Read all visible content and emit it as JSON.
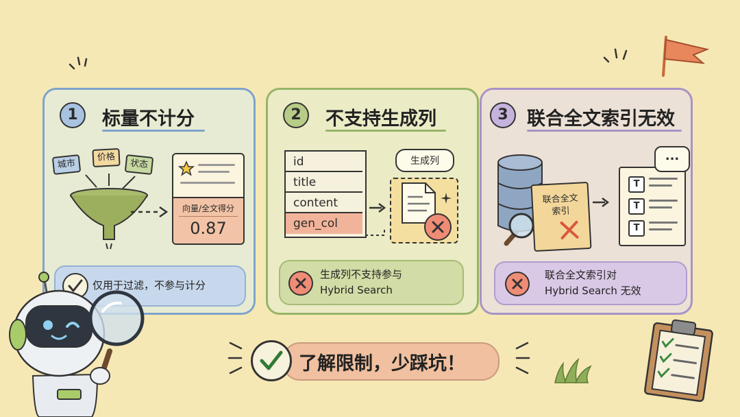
{
  "panels": [
    {
      "number": "1",
      "title": "标量不计分",
      "tags": [
        "城市",
        "价格",
        "状态"
      ],
      "card_label": "向量/全文得分",
      "card_value": "0.87",
      "note": "仅用于过滤，不参与计分"
    },
    {
      "number": "2",
      "title": "不支持生成列",
      "columns": [
        "id",
        "title",
        "content",
        "gen_col"
      ],
      "bubble": "生成列",
      "note_line1": "生成列不支持参与",
      "note_line2": "Hybrid Search"
    },
    {
      "number": "3",
      "title": "联合全文索引无效",
      "card_line1": "联合全文",
      "card_line2": "索引",
      "bubble": "...",
      "doc_items": [
        "T",
        "T",
        "T"
      ],
      "note_line1": "联合全文索引对",
      "note_line2": "Hybrid Search 无效"
    }
  ],
  "footer": {
    "text": "了解限制，少踩坑！"
  },
  "colors": {
    "background": "#f6e8b4",
    "panel1": "#7fa3cc",
    "panel2": "#97b468",
    "panel3": "#a893c6",
    "error": "#ef8c76",
    "pill": "#f0c0a0"
  },
  "icons": [
    "flag-icon",
    "robot-icon",
    "magnifier-icon",
    "funnel-icon",
    "star-icon",
    "document-icon",
    "database-icon",
    "clipboard-icon",
    "grass-icon",
    "check-icon",
    "cross-icon",
    "sparkle-icon"
  ]
}
